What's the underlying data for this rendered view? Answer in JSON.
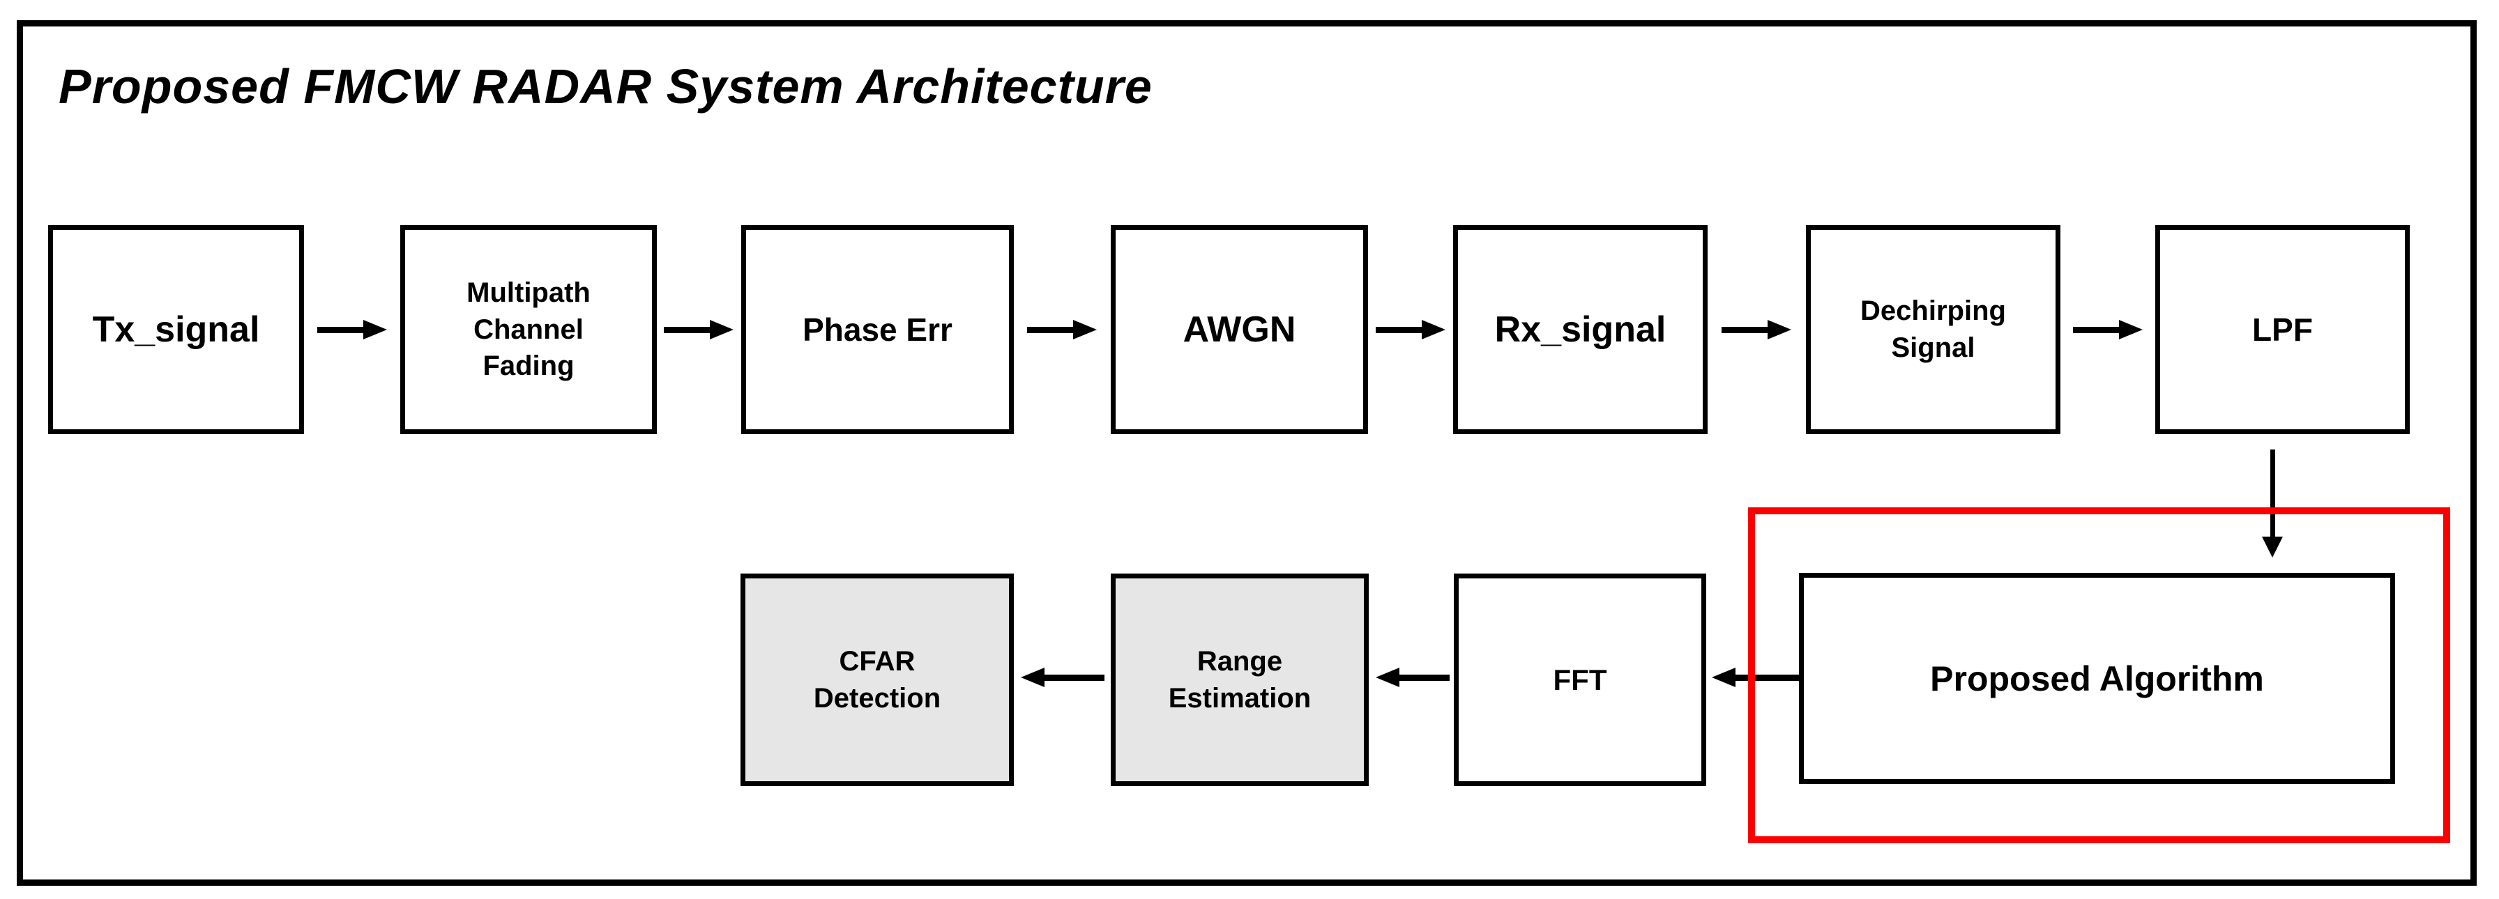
{
  "title": "Proposed FMCW RADAR System Architecture",
  "diagram": {
    "top_row": [
      {
        "id": "tx-signal",
        "label": "Tx_signal"
      },
      {
        "id": "multipath-channel-fading",
        "label": "Multipath\nChannel\nFading"
      },
      {
        "id": "phase-err",
        "label": "Phase Err"
      },
      {
        "id": "awgn",
        "label": "AWGN"
      },
      {
        "id": "rx-signal",
        "label": "Rx_signal"
      },
      {
        "id": "dechirping-signal",
        "label": "Dechirping\nSignal"
      },
      {
        "id": "lpf",
        "label": "LPF"
      }
    ],
    "bottom_row": [
      {
        "id": "cfar-detection",
        "label": "CFAR\nDetection",
        "fill": "gray"
      },
      {
        "id": "range-estimation",
        "label": "Range\nEstimation",
        "fill": "gray"
      },
      {
        "id": "fft",
        "label": "FFT",
        "fill": "white"
      },
      {
        "id": "proposed-algorithm",
        "label": "Proposed Algorithm",
        "fill": "white",
        "highlighted": true
      }
    ],
    "flow_note": "Top row flows left to right; LPF feeds down into Proposed Algorithm (red highlight); bottom row flows right to left"
  },
  "colors": {
    "background": "#ffffff",
    "frame_border": "#000000",
    "block_border": "#000000",
    "white_block_fill": "#ffffff",
    "gray_block_fill": "#e6e6e6",
    "highlight_red": "#fa0000",
    "text": "#000000"
  }
}
